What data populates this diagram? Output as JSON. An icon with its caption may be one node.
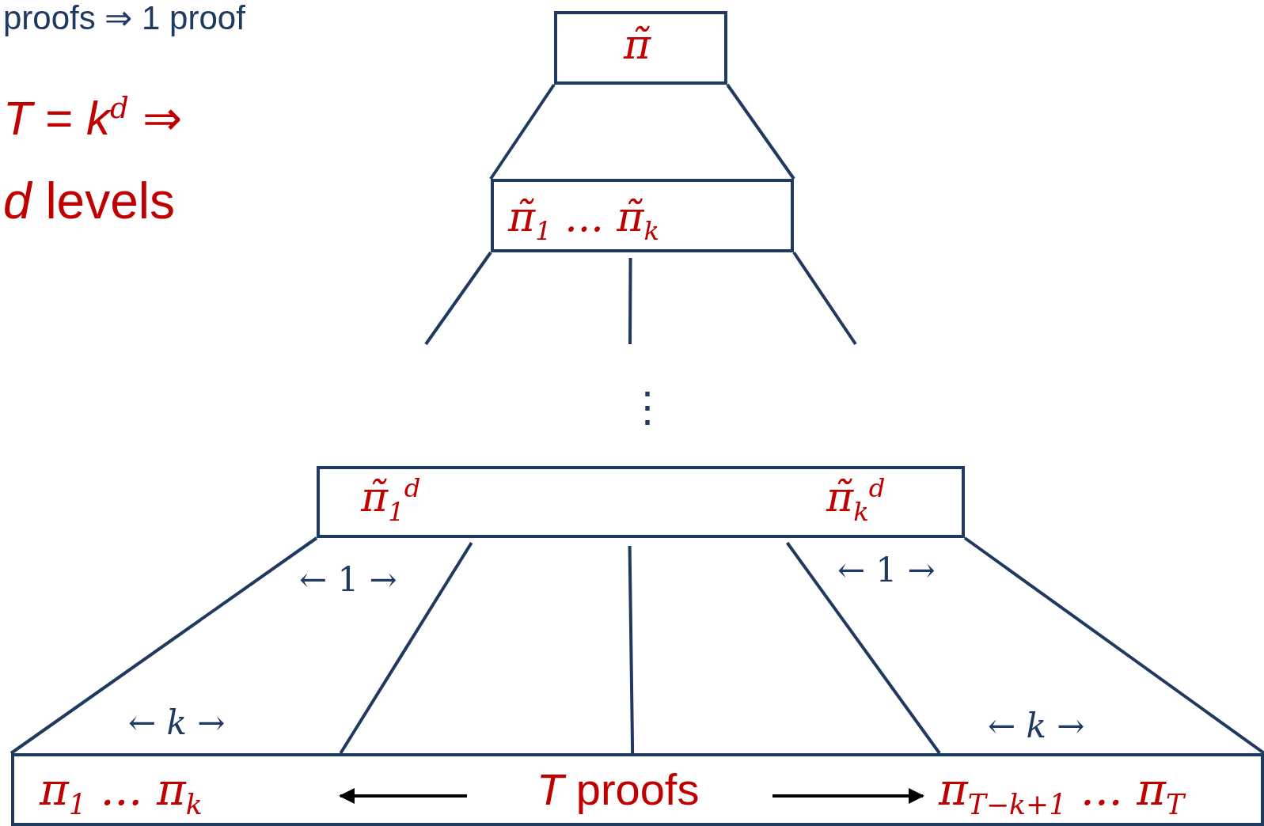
{
  "diagram": {
    "nodes": [
      {
        "text": [
          "π̃"
        ]
      },
      {
        "text": [
          "π̃$_{1}$ ... π̃$_{k}$"
        ]
      },
      {
        "text": [
          "π̃$_{1}$$^{d}$",
          "π̃$_{k}$$^{d}$"
        ]
      },
      {
        "text": [
          "π$_{1}$ ... π$_{k}$",
          "*T* proofs",
          "π$_{T−k+1}$ ... π$_{T}$"
        ]
      }
    ],
    "edges": [
      {
        "from": 0,
        "to": 1,
        "arrow": "none"
      },
      {
        "from": 0,
        "to": 1,
        "arrow": "none"
      },
      {
        "from": 1,
        "to": null,
        "arrow": "none"
      },
      {
        "from": 1,
        "to": null,
        "arrow": "none"
      },
      {
        "from": 1,
        "to": null,
        "arrow": "none"
      },
      {
        "from": 2,
        "to": 3,
        "arrow": "none"
      },
      {
        "from": 2,
        "to": 3,
        "arrow": "none"
      },
      {
        "from": 2,
        "to": 3,
        "arrow": "none"
      },
      {
        "from": 2,
        "to": 3,
        "arrow": "none"
      },
      {
        "from": 2,
        "to": 3,
        "arrow": "none"
      }
    ],
    "labels": [
      "proofs ⇒ 1 proof",
      "*T* = *k*$^{d}$ ⇒",
      "*d* levels",
      "⋮",
      "← 1 →",
      "← 1 →",
      "← *k* →",
      "← *k* →"
    ]
  }
}
